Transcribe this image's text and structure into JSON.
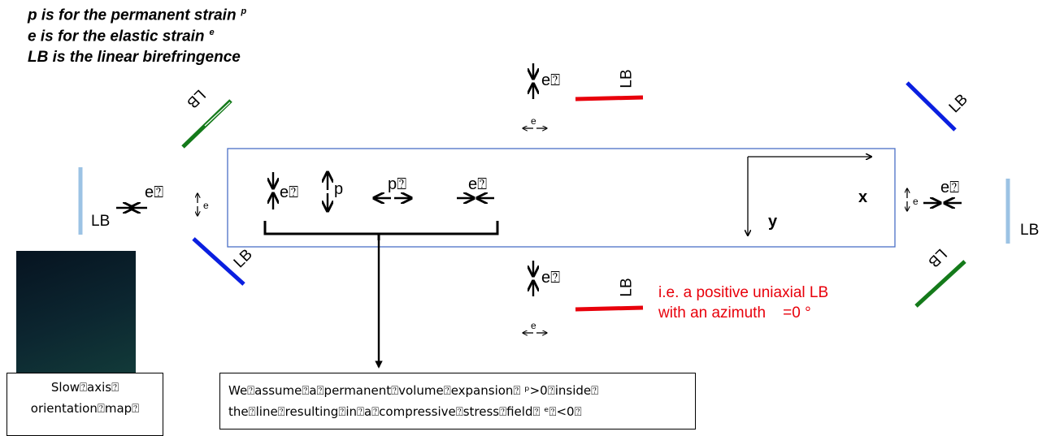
{
  "legend": {
    "line1": "p is for the permanent strain",
    "line1_sup": "p",
    "line2": "e is for the elastic strain",
    "line2_sup": "e",
    "line3": "LB is the linear birefringence"
  },
  "labels": {
    "lb": "LB",
    "e": "e⍰",
    "p": "p",
    "p_sup": "p⍰",
    "e_small": "e",
    "x_axis": "x",
    "y_axis": "y"
  },
  "annotation": {
    "line1": "i.e. a positive uniaxial LB",
    "line2": "with an azimuth    =0 °"
  },
  "assumption_box": {
    "line1": "We⍰assume⍰a⍰permanent⍰volume⍰expansion⍰ ᵖ>0⍰inside⍰",
    "line2": "the⍰line⍰resulting⍰in⍰a⍰compressive⍰stress⍰field⍰ ᵉ⍰<0⍰"
  },
  "map_caption": {
    "line1": "Slow⍰axis⍰",
    "line2": "orientation⍰map⍰"
  },
  "colors": {
    "red": "#e8000b",
    "blue": "#0a1fe0",
    "green": "#147a1a",
    "lightblue": "#9cc3e4",
    "rect_border": "#4a6fc7"
  }
}
